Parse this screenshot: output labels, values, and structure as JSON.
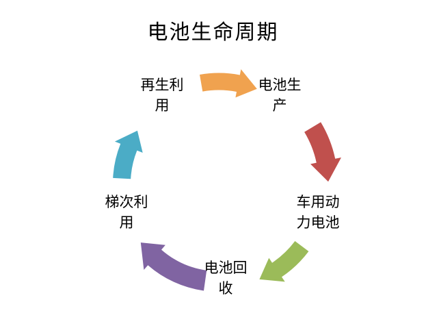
{
  "title": "电池生命周期",
  "nodes": [
    {
      "label": "再生利用"
    },
    {
      "label": "电池生产"
    },
    {
      "label": "车用动力电池"
    },
    {
      "label": "电池回收"
    },
    {
      "label": "梯次利用"
    }
  ],
  "arrows": [
    {
      "name": "recycle-to-production",
      "color": "#F0A24F"
    },
    {
      "name": "production-to-vehicle",
      "color": "#C0504D"
    },
    {
      "name": "vehicle-to-recovery",
      "color": "#9BBB59"
    },
    {
      "name": "recovery-to-cascade",
      "color": "#8064A2"
    },
    {
      "name": "cascade-to-recycle",
      "color": "#4BACC6"
    }
  ],
  "colors": {
    "background": "#FFFFFF",
    "text": "#000000"
  }
}
